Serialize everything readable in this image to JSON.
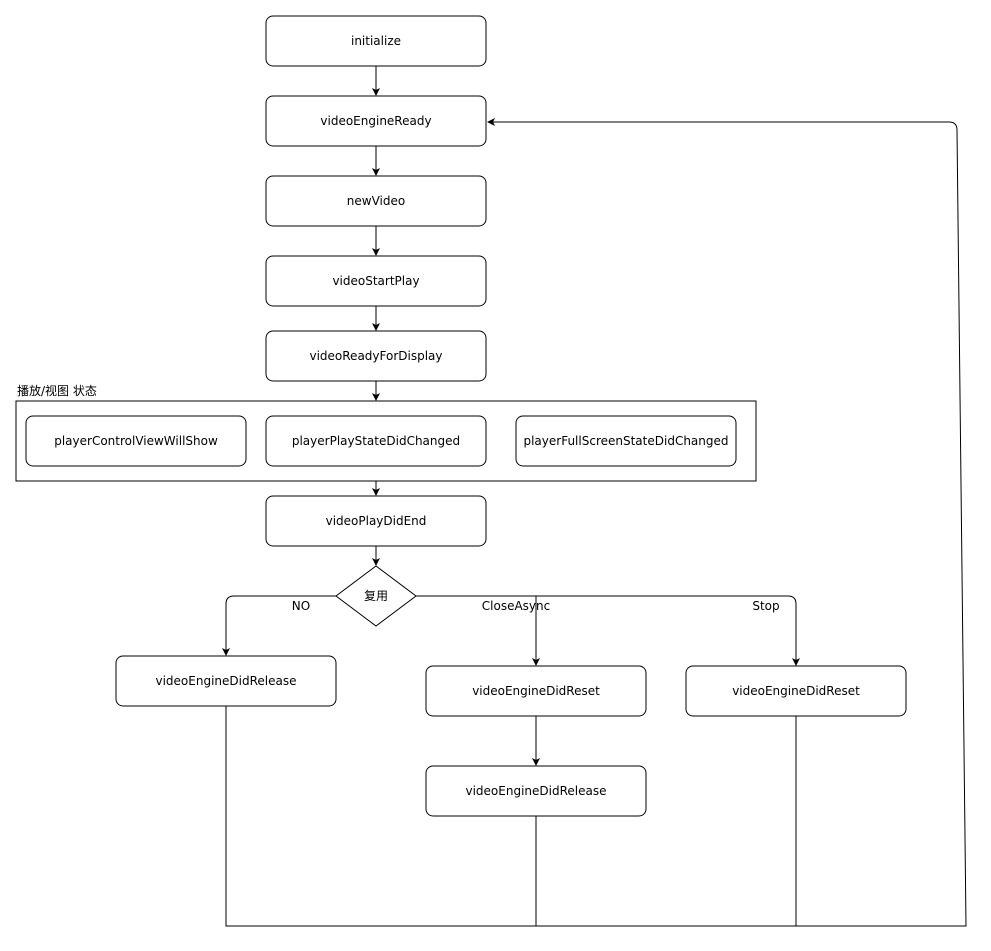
{
  "diagram": {
    "nodes": {
      "initialize": "initialize",
      "videoEngineReady": "videoEngineReady",
      "newVideo": "newVideo",
      "videoStartPlay": "videoStartPlay",
      "videoReadyForDisplay": "videoReadyForDisplay",
      "playerControlViewWillShow": "playerControlViewWillShow",
      "playerPlayStateDidChanged": "playerPlayStateDidChanged",
      "playerFullScreenStateDidChanged": "playerFullScreenStateDidChanged",
      "videoPlayDidEnd": "videoPlayDidEnd",
      "decision": "复用",
      "releaseLeft": "videoEngineDidRelease",
      "resetMiddle": "videoEngineDidReset",
      "releaseMiddle": "videoEngineDidRelease",
      "resetRight": "videoEngineDidReset"
    },
    "group_label": "播放/视图 状态",
    "edge_labels": {
      "no": "NO",
      "close_async": "CloseAsync",
      "stop": "Stop"
    }
  }
}
